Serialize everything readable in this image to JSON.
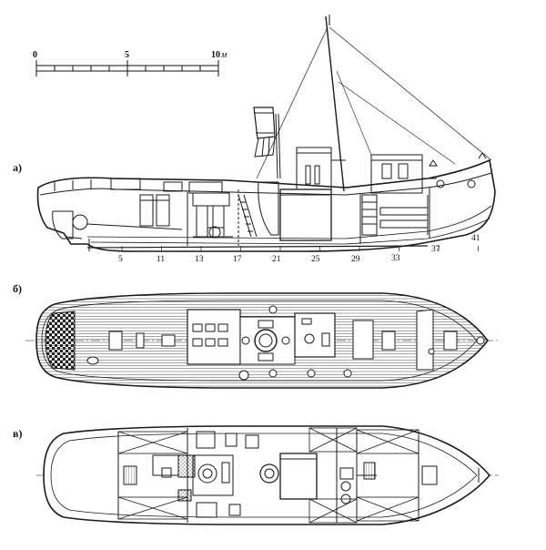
{
  "scale_bar": {
    "labels": [
      "0",
      "5",
      "10"
    ],
    "unit": "м"
  },
  "views": [
    {
      "id": "side-profile",
      "label": "а)"
    },
    {
      "id": "deck-plan",
      "label": "б)"
    },
    {
      "id": "hold-plan",
      "label": "в)"
    }
  ],
  "frame_numbers": [
    "5",
    "11",
    "13",
    "17",
    "21",
    "25",
    "29",
    "33",
    "37",
    "41"
  ],
  "colors": {
    "line": "#1a1a1a",
    "hatch": "#555555",
    "background": "#ffffff"
  }
}
